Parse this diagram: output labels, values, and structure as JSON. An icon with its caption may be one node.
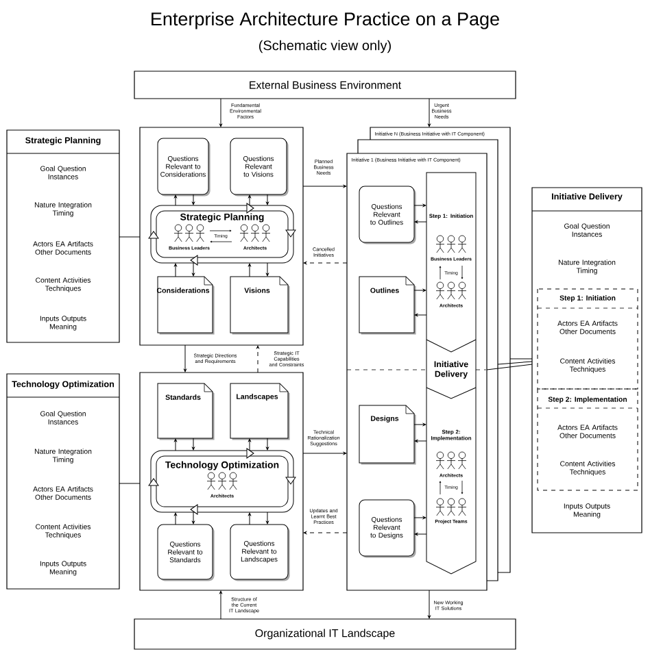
{
  "diagram": {
    "title": "Enterprise Architecture Practice on a Page",
    "nodes": [
      {
        "text": [
          "External Business Environment"
        ]
      },
      {
        "text": [
          "Strategic Planning",
          "Goal Question Instances",
          "Nature Integration Timing",
          "Actors EA Artifacts Other Documents",
          "Content Activities Techniques",
          "Inputs Outputs Meaning"
        ]
      },
      {
        "text": [],
        "shape": "box"
      },
      {
        "text": [
          "Questions Relevant to Considerations"
        ],
        "in": 2
      },
      {
        "text": [
          "Questions Relevant to Visions"
        ],
        "in": 2
      },
      {
        "text": [
          "Strategic Planning",
          "Business Leaders",
          "Timing",
          "Architects"
        ],
        "in": 2
      },
      {
        "text": [
          "Considerations"
        ],
        "in": 2
      },
      {
        "text": [
          "Visions"
        ],
        "in": 2
      },
      {
        "text": [
          "Technology Optimization",
          "Goal Question Instances",
          "Nature Integration Timing",
          "Actors EA Artifacts Other Documents",
          "Content Activities Techniques",
          "Inputs Outputs Meaning"
        ]
      },
      {
        "text": [],
        "shape": "box"
      },
      {
        "text": [
          "Standards"
        ],
        "in": 9
      },
      {
        "text": [
          "Landscapes"
        ],
        "in": 9
      },
      {
        "text": [
          "Technology Optimization",
          "Architects"
        ],
        "in": 9
      },
      {
        "text": [
          "Questions Relevant to Standards"
        ],
        "in": 9
      },
      {
        "text": [
          "Questions Relevant to Landscapes"
        ],
        "in": 9
      },
      {
        "text": [
          "Initiative N (Business Initiative with IT Component)"
        ]
      },
      {
        "text": [],
        "shape": "box",
        "in": 15
      },
      {
        "text": [
          "Initiative 1 (Business Initiative with IT Component)"
        ],
        "in": 16
      },
      {
        "text": [
          "Questions Relevant to Outlines"
        ],
        "in": 17
      },
      {
        "text": [
          "Step 1: Initiation",
          "Business Leaders",
          "Timing",
          "Architects",
          "Initiative Delivery",
          "Step 2: Implementation",
          "Architects",
          "Timing",
          "Project Teams"
        ],
        "in": 17
      },
      {
        "text": [
          "Outlines"
        ],
        "in": 17
      },
      {
        "text": [
          "Designs"
        ],
        "in": 17
      },
      {
        "text": [
          "Questions Relevant to Designs"
        ],
        "in": 17
      },
      {
        "text": [
          "Initiative Delivery",
          "Goal Question Instances",
          "Nature Integration Timing",
          "Inputs Outputs Meaning"
        ]
      },
      {
        "text": [
          "Step 1: Initiation",
          "Actors EA Artifacts Other Documents",
          "Content Activities Techniques"
        ],
        "in": 23
      },
      {
        "text": [
          "Step 2: Implementation",
          "Actors EA Artifacts Other Documents",
          "Content Activities Techniques"
        ],
        "in": 23
      },
      {
        "text": [
          "Organizational IT Landscape"
        ]
      }
    ],
    "edges": [
      {
        "from": 0,
        "to": 2,
        "arrow": "to",
        "label": "Fundamental Environmental Factors"
      },
      {
        "from": 0,
        "to": 15,
        "arrow": "to",
        "label": "Urgent Business Needs"
      },
      {
        "from": 2,
        "to": 17,
        "arrow": "to",
        "label": "Planned Business Needs"
      },
      {
        "from": 17,
        "to": 2,
        "arrow": "to",
        "label": "Cancelled Initiatives",
        "style": "dashed"
      },
      {
        "from": 2,
        "to": 9,
        "arrow": "to",
        "label": "Strategic Directions and Requirements"
      },
      {
        "from": 9,
        "to": 2,
        "arrow": "to",
        "label": "Strategic IT Capabilities and Constraints",
        "style": "dashed"
      },
      {
        "from": 9,
        "to": 17,
        "arrow": "to",
        "label": "Technical Rationalization Suggestions"
      },
      {
        "from": 17,
        "to": 9,
        "arrow": "to",
        "label": "Updates and Learnt Best Practices",
        "style": "dashed"
      },
      {
        "from": 26,
        "to": 9,
        "arrow": "to",
        "label": "Structure of the Current IT Landscape"
      },
      {
        "from": 17,
        "to": 26,
        "arrow": "to",
        "label": "New Working IT Solutions"
      },
      {
        "from": 1,
        "to": 2,
        "arrow": "none"
      },
      {
        "from": 8,
        "to": 9,
        "arrow": "none"
      },
      {
        "from": 17,
        "to": 23,
        "arrow": "none"
      },
      {
        "from": 16,
        "to": 23,
        "arrow": "none"
      },
      {
        "from": 15,
        "to": 23,
        "arrow": "none"
      },
      {
        "from": 5,
        "to": 3,
        "arrow": "to"
      },
      {
        "from": 3,
        "to": 5,
        "arrow": "to"
      },
      {
        "from": 5,
        "to": 4,
        "arrow": "to"
      },
      {
        "from": 4,
        "to": 5,
        "arrow": "to"
      },
      {
        "from": 6,
        "to": 5,
        "arrow": "to"
      },
      {
        "from": 5,
        "to": 6,
        "arrow": "to"
      },
      {
        "from": 7,
        "to": 5,
        "arrow": "to"
      },
      {
        "from": 5,
        "to": 7,
        "arrow": "to"
      },
      {
        "from": 12,
        "to": 10,
        "arrow": "to"
      },
      {
        "from": 10,
        "to": 12,
        "arrow": "to"
      },
      {
        "from": 12,
        "to": 11,
        "arrow": "to"
      },
      {
        "from": 11,
        "to": 12,
        "arrow": "to"
      },
      {
        "from": 13,
        "to": 12,
        "arrow": "to"
      },
      {
        "from": 12,
        "to": 13,
        "arrow": "to"
      },
      {
        "from": 14,
        "to": 12,
        "arrow": "to"
      },
      {
        "from": 12,
        "to": 14,
        "arrow": "to"
      },
      {
        "from": 18,
        "to": 19,
        "arrow": "to"
      },
      {
        "from": 19,
        "to": 18,
        "arrow": "to"
      },
      {
        "from": 20,
        "to": 19,
        "arrow": "to"
      },
      {
        "from": 19,
        "to": 20,
        "arrow": "to"
      },
      {
        "from": 21,
        "to": 19,
        "arrow": "to"
      },
      {
        "from": 19,
        "to": 21,
        "arrow": "to"
      },
      {
        "from": 22,
        "to": 19,
        "arrow": "to"
      },
      {
        "from": 19,
        "to": 22,
        "arrow": "to"
      }
    ],
    "labels": [
      "(Schematic view only)"
    ]
  }
}
